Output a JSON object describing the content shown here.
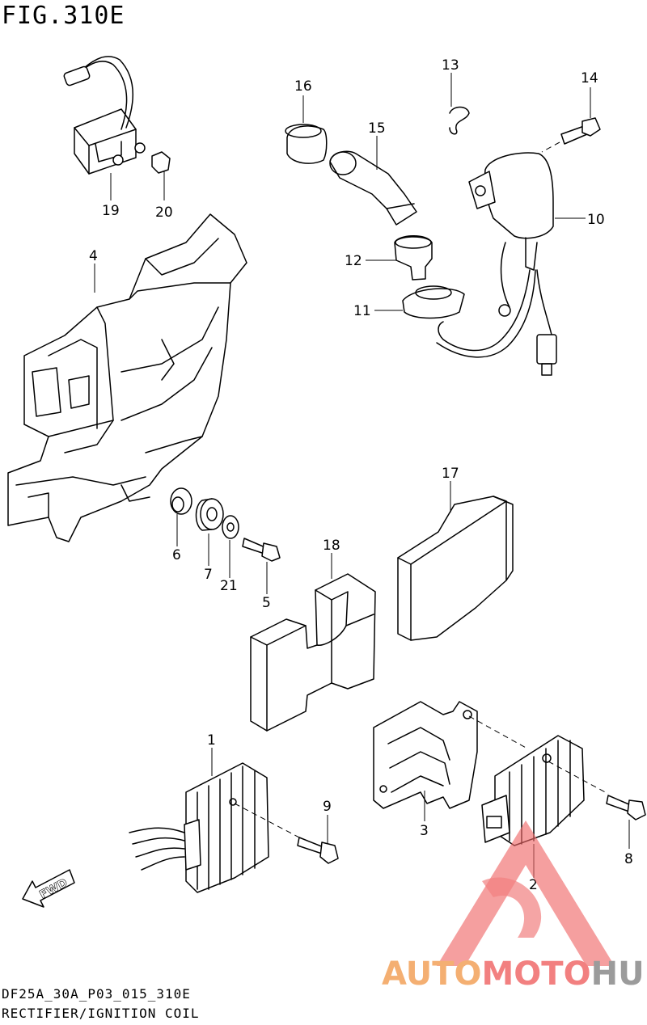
{
  "figure": {
    "title": "FIG.310E"
  },
  "footer": {
    "code": "DF25A_30A_P03_015_310E",
    "name": "RECTIFIER/IGNITION COIL"
  },
  "fwd_label": "FWD",
  "watermark": {
    "part1": "AUTO",
    "part2": "MOTO",
    "part3": "HUB",
    "color_orange": "#f3a25a",
    "color_red": "#f06a6a",
    "color_gray": "#8a8a8a"
  },
  "callouts": {
    "c1": "1",
    "c2": "2",
    "c3": "3",
    "c4": "4",
    "c5": "5",
    "c6": "6",
    "c7": "7",
    "c8": "8",
    "c9": "9",
    "c10": "10",
    "c11": "11",
    "c12": "12",
    "c13": "13",
    "c14": "14",
    "c15": "15",
    "c16": "16",
    "c17": "17",
    "c18": "18",
    "c19": "19",
    "c20": "20",
    "c21": "21"
  }
}
